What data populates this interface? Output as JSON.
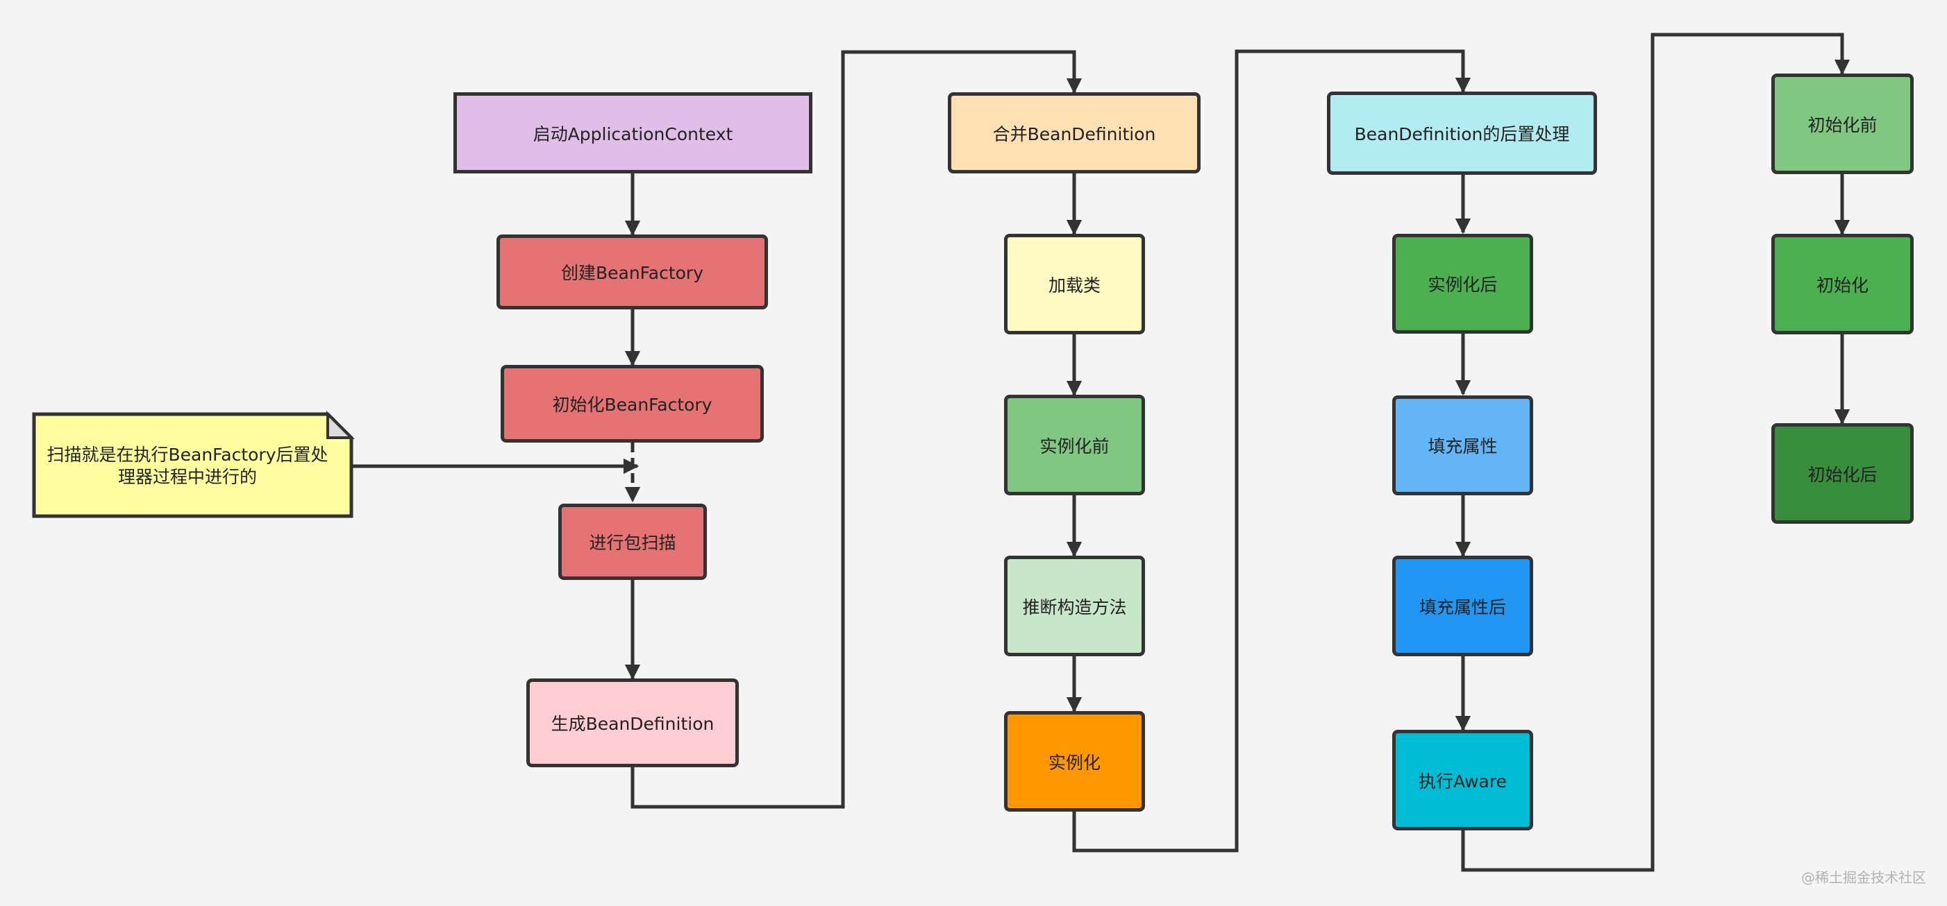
{
  "nodes": {
    "start_context": {
      "label": "启动ApplicationContext",
      "color": "#e1bee7"
    },
    "create_factory": {
      "label": "创建BeanFactory",
      "color": "#e57373"
    },
    "init_factory": {
      "label": "初始化BeanFactory",
      "color": "#e57373"
    },
    "package_scan": {
      "label": "进行包扫描",
      "color": "#e57373"
    },
    "gen_definition": {
      "label": "生成BeanDefinition",
      "color": "#ffcdd2"
    },
    "merge_definition": {
      "label": "合并BeanDefinition",
      "color": "#ffe0b2"
    },
    "load_class": {
      "label": "加载类",
      "color": "#fff9c4"
    },
    "before_instantiation": {
      "label": "实例化前",
      "color": "#81c784"
    },
    "infer_constructor": {
      "label": "推断构造方法",
      "color": "#c8e6c9"
    },
    "instantiation": {
      "label": "实例化",
      "color": "#ff9800"
    },
    "definition_post": {
      "label": "BeanDefinition的后置处理",
      "color": "#b2ebf2"
    },
    "after_instantiation": {
      "label": "实例化后",
      "color": "#4caf50"
    },
    "fill_properties": {
      "label": "填充属性",
      "color": "#64b5f6"
    },
    "after_fill": {
      "label": "填充属性后",
      "color": "#2196f3"
    },
    "aware": {
      "label": "执行Aware",
      "color": "#00bcd4"
    },
    "before_init": {
      "label": "初始化前",
      "color": "#81c784"
    },
    "init": {
      "label": "初始化",
      "color": "#4caf50"
    },
    "after_init": {
      "label": "初始化后",
      "color": "#388e3c"
    }
  },
  "note": {
    "text": "扫描就是在执行BeanFactory后置处理器过程中进行的",
    "color": "#ffffa0"
  },
  "watermark": "@稀土掘金技术社区",
  "colors": {
    "stroke": "#333333",
    "background": "#f4f4f4"
  }
}
